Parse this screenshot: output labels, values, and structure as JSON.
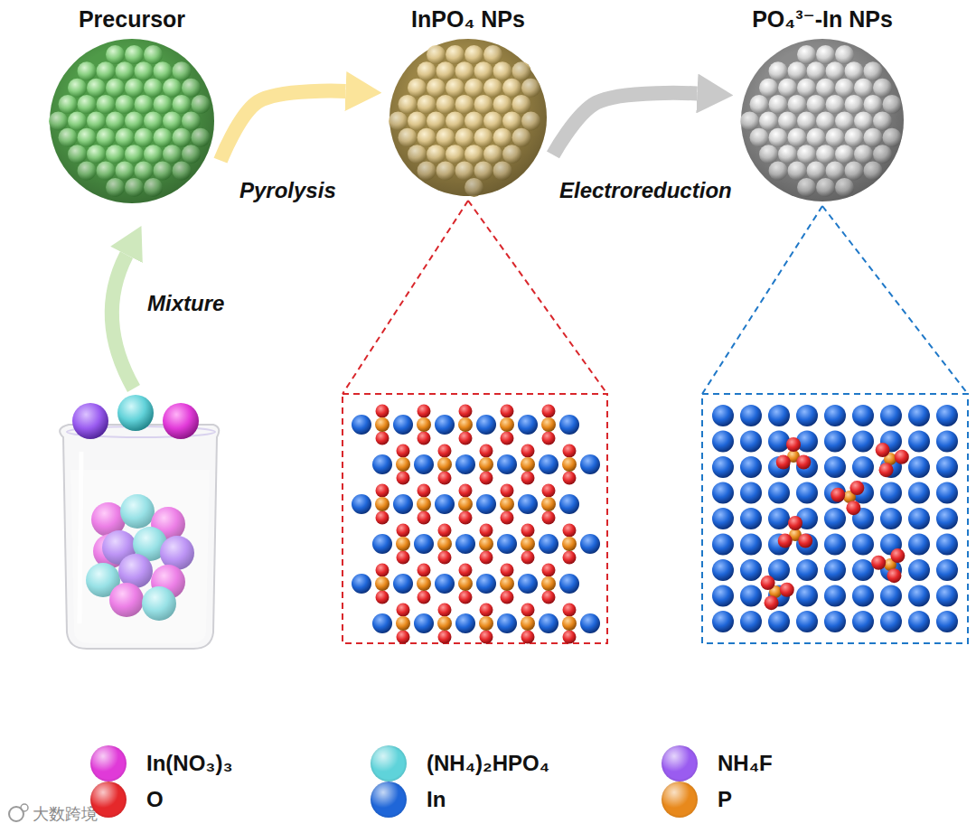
{
  "diagram": {
    "nodes": [
      {
        "text": [
          "Precursor"
        ]
      },
      {
        "text": [
          "InPO₄ NPs"
        ]
      },
      {
        "text": [
          "PO₄³⁻-In NPs"
        ]
      }
    ],
    "edges": [
      {
        "from": 0,
        "to": 1,
        "label": "Pyrolysis",
        "arrow": "to"
      },
      {
        "from": 1,
        "to": 2,
        "label": "Electroreduction",
        "arrow": "to"
      }
    ],
    "labels": [
      "Mixture",
      "大数跨境"
    ],
    "legend": [
      {
        "text": "In(NO₃)₃",
        "color": "#e03ad8"
      },
      {
        "text": "(NH₄)₂HPO₄",
        "color": "#5fd3da"
      },
      {
        "text": "NH₄F",
        "color": "#9a5cf0"
      },
      {
        "text": "O",
        "color": "#e5282b"
      },
      {
        "text": "In",
        "color": "#1f66d8"
      },
      {
        "text": "P",
        "color": "#e8891c"
      }
    ]
  }
}
